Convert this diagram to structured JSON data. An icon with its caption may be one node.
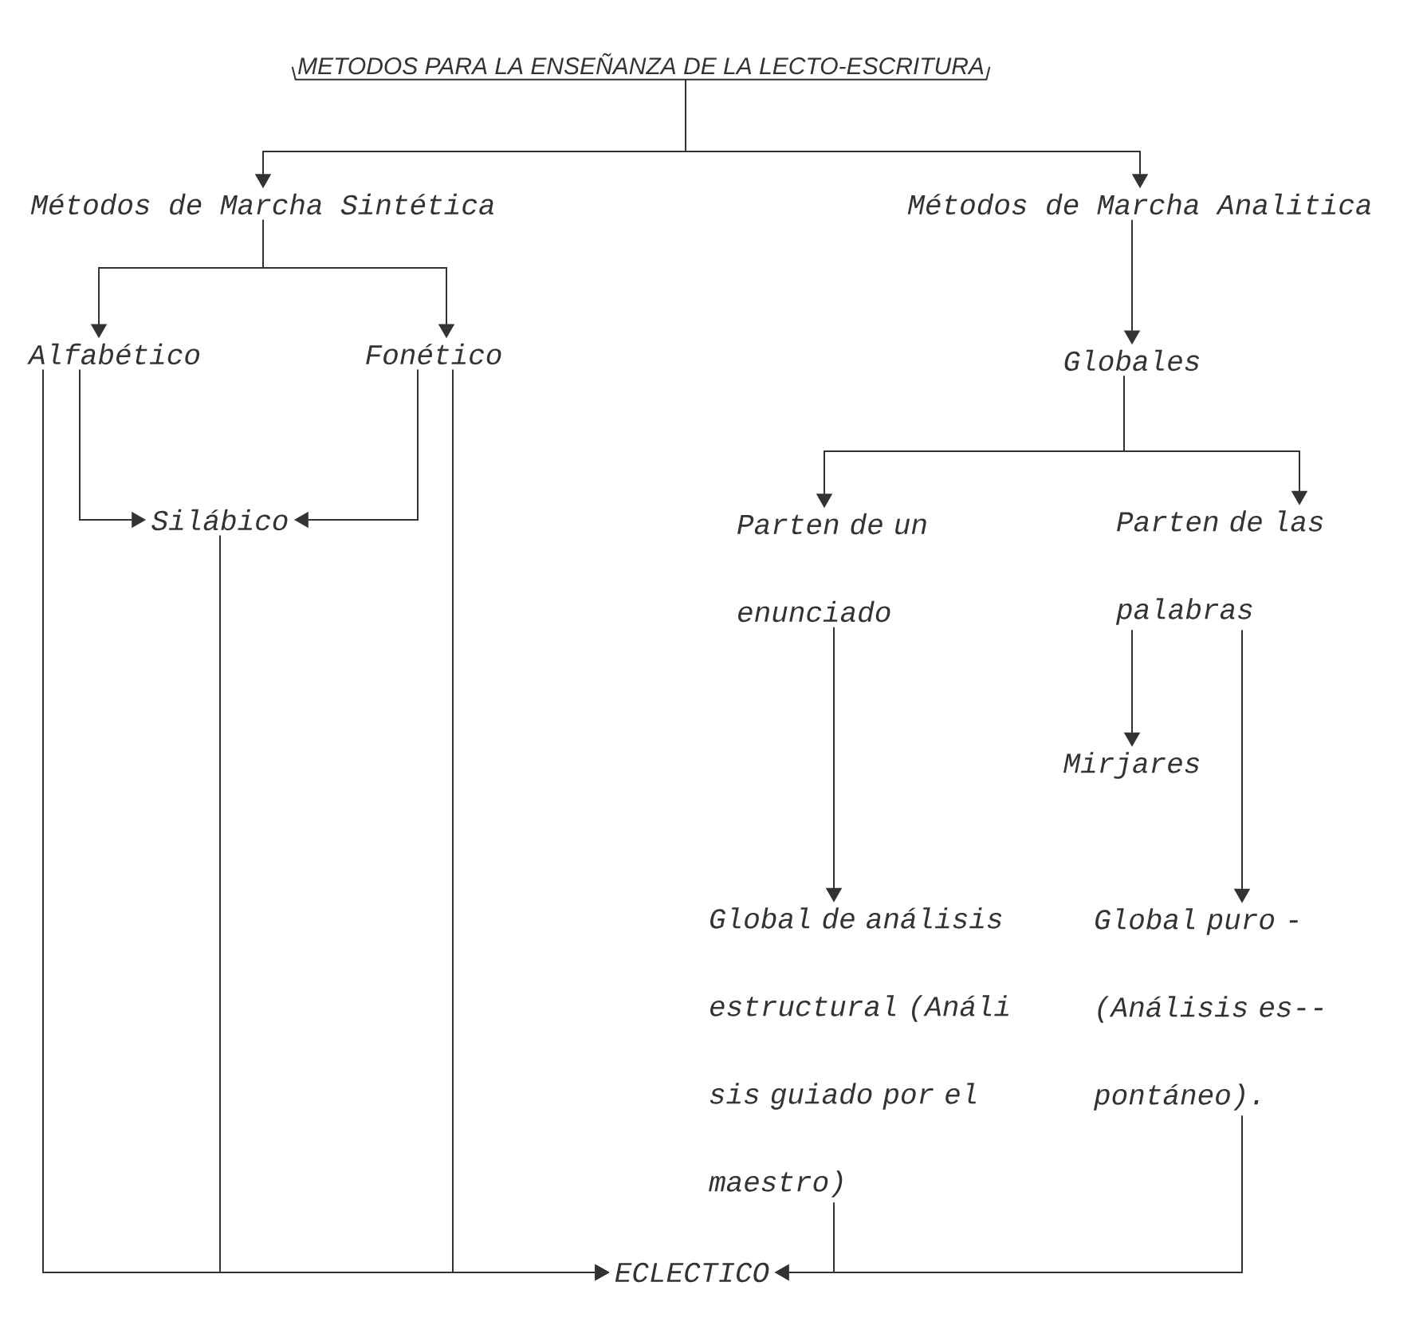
{
  "diagram": {
    "nodes": [
      {
        "text": [
          "METODOS PARA LA ENSEÑANZA DE LA LECTO-ESCRITURA"
        ]
      },
      {
        "text": [
          "Métodos de Marcha Sintética"
        ]
      },
      {
        "text": [
          "Métodos de Marcha Analitica"
        ]
      },
      {
        "text": [
          "Alfabético"
        ]
      },
      {
        "text": [
          "Fonético"
        ]
      },
      {
        "text": [
          "Globales"
        ]
      },
      {
        "text": [
          "Silábico"
        ]
      },
      {
        "text": [
          "Parten de un enunciado"
        ]
      },
      {
        "text": [
          "Parten de las palabras"
        ]
      },
      {
        "text": [
          "Mirjares"
        ]
      },
      {
        "text": [
          "Global de análisis estructural (Análi sis guiado por el maestro)"
        ]
      },
      {
        "text": [
          "Global puro - (Análisis es-- pontáneo)."
        ]
      },
      {
        "text": [
          "ECLECTICO"
        ]
      }
    ],
    "edges": [
      {
        "from": 0,
        "to": 1,
        "arrow": "to"
      },
      {
        "from": 0,
        "to": 2,
        "arrow": "to"
      },
      {
        "from": 1,
        "to": 3,
        "arrow": "to"
      },
      {
        "from": 1,
        "to": 4,
        "arrow": "to"
      },
      {
        "from": 2,
        "to": 5,
        "arrow": "to"
      },
      {
        "from": 5,
        "to": 7,
        "arrow": "to"
      },
      {
        "from": 5,
        "to": 8,
        "arrow": "to"
      },
      {
        "from": 3,
        "to": 6,
        "arrow": "to"
      },
      {
        "from": 4,
        "to": 6,
        "arrow": "to"
      },
      {
        "from": 8,
        "to": 9,
        "arrow": "to"
      },
      {
        "from": 7,
        "to": 10,
        "arrow": "to"
      },
      {
        "from": 8,
        "to": 11,
        "arrow": "to"
      },
      {
        "from": 3,
        "to": 12,
        "arrow": "to"
      },
      {
        "from": 6,
        "to": 12,
        "arrow": "to"
      },
      {
        "from": 4,
        "to": 12,
        "arrow": "to"
      },
      {
        "from": 10,
        "to": 12,
        "arrow": "to"
      },
      {
        "from": 11,
        "to": 12,
        "arrow": "to"
      }
    ]
  }
}
